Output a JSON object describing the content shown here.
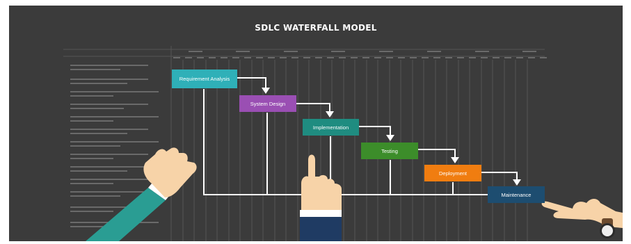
{
  "title": "SDLC WATERFALL MODEL",
  "phases": [
    {
      "label": "Requirement Analysis",
      "color": "#2fb0b8"
    },
    {
      "label": "System Design",
      "color": "#9a4fb3"
    },
    {
      "label": "Implementation",
      "color": "#1f8c80"
    },
    {
      "label": "Testing",
      "color": "#3c8d2a"
    },
    {
      "label": "Deployment",
      "color": "#f07d10"
    },
    {
      "label": "Maintenance",
      "color": "#1d4d70"
    }
  ],
  "colors": {
    "background": "#3b3b3b",
    "grid": "#555555",
    "connector": "#ffffff",
    "skin": "#f7d3a8",
    "sleeve_teal": "#2a9d93",
    "sleeve_navy": "#1f3b63"
  }
}
